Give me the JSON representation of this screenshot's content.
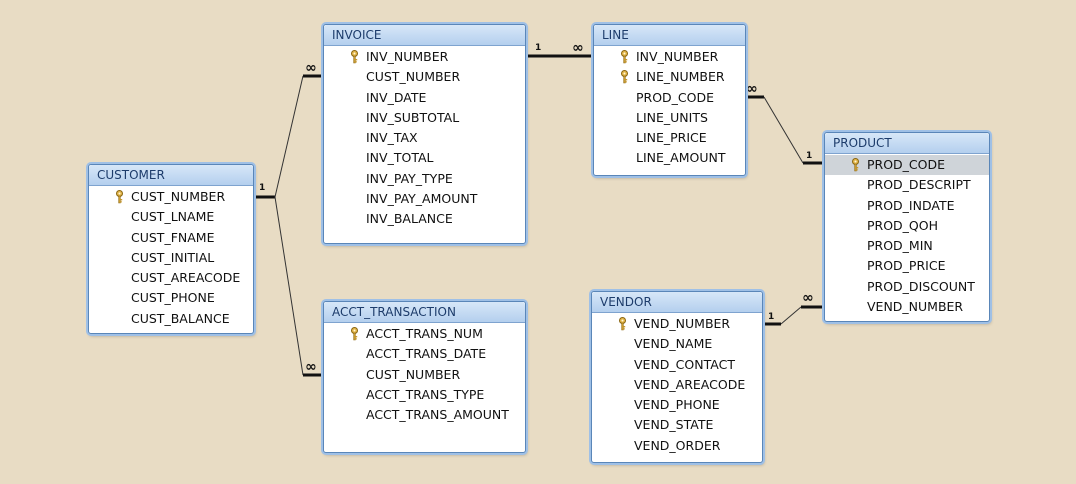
{
  "tables": {
    "invoice": {
      "title": "INVOICE",
      "fields": [
        "INV_NUMBER",
        "CUST_NUMBER",
        "INV_DATE",
        "INV_SUBTOTAL",
        "INV_TAX",
        "INV_TOTAL",
        "INV_PAY_TYPE",
        "INV_PAY_AMOUNT",
        "INV_BALANCE"
      ],
      "key_fields": [
        "INV_NUMBER"
      ]
    },
    "line": {
      "title": "LINE",
      "fields": [
        "INV_NUMBER",
        "LINE_NUMBER",
        "PROD_CODE",
        "LINE_UNITS",
        "LINE_PRICE",
        "LINE_AMOUNT"
      ],
      "key_fields": [
        "INV_NUMBER",
        "LINE_NUMBER"
      ]
    },
    "customer": {
      "title": "CUSTOMER",
      "fields": [
        "CUST_NUMBER",
        "CUST_LNAME",
        "CUST_FNAME",
        "CUST_INITIAL",
        "CUST_AREACODE",
        "CUST_PHONE",
        "CUST_BALANCE"
      ],
      "key_fields": [
        "CUST_NUMBER"
      ]
    },
    "product": {
      "title": "PRODUCT",
      "fields": [
        "PROD_CODE",
        "PROD_DESCRIPT",
        "PROD_INDATE",
        "PROD_QOH",
        "PROD_MIN",
        "PROD_PRICE",
        "PROD_DISCOUNT",
        "VEND_NUMBER"
      ],
      "key_fields": [
        "PROD_CODE"
      ],
      "selected_field": "PROD_CODE"
    },
    "acct_transaction": {
      "title": "ACCT_TRANSACTION",
      "fields": [
        "ACCT_TRANS_NUM",
        "ACCT_TRANS_DATE",
        "CUST_NUMBER",
        "ACCT_TRANS_TYPE",
        "ACCT_TRANS_AMOUNT"
      ],
      "key_fields": [
        "ACCT_TRANS_NUM"
      ]
    },
    "vendor": {
      "title": "VENDOR",
      "fields": [
        "VEND_NUMBER",
        "VEND_NAME",
        "VEND_CONTACT",
        "VEND_AREACODE",
        "VEND_PHONE",
        "VEND_STATE",
        "VEND_ORDER"
      ],
      "key_fields": [
        "VEND_NUMBER"
      ]
    }
  },
  "relationships": [
    {
      "from": "customer",
      "to": "invoice",
      "from_cardinality": "1",
      "to_cardinality": "∞"
    },
    {
      "from": "customer",
      "to": "acct_transaction",
      "from_cardinality": "1",
      "to_cardinality": "∞"
    },
    {
      "from": "invoice",
      "to": "line",
      "from_cardinality": "1",
      "to_cardinality": "∞"
    },
    {
      "from": "product",
      "to": "line",
      "from_cardinality": "1",
      "to_cardinality": "∞"
    },
    {
      "from": "vendor",
      "to": "product",
      "from_cardinality": "1",
      "to_cardinality": "∞"
    }
  ],
  "colors": {
    "background": "#e8dcc4",
    "header": "#b4cfee",
    "border": "#5a86b8",
    "selected_row": "#cfd4d9"
  },
  "icons": {
    "primary_key": "key-icon"
  }
}
